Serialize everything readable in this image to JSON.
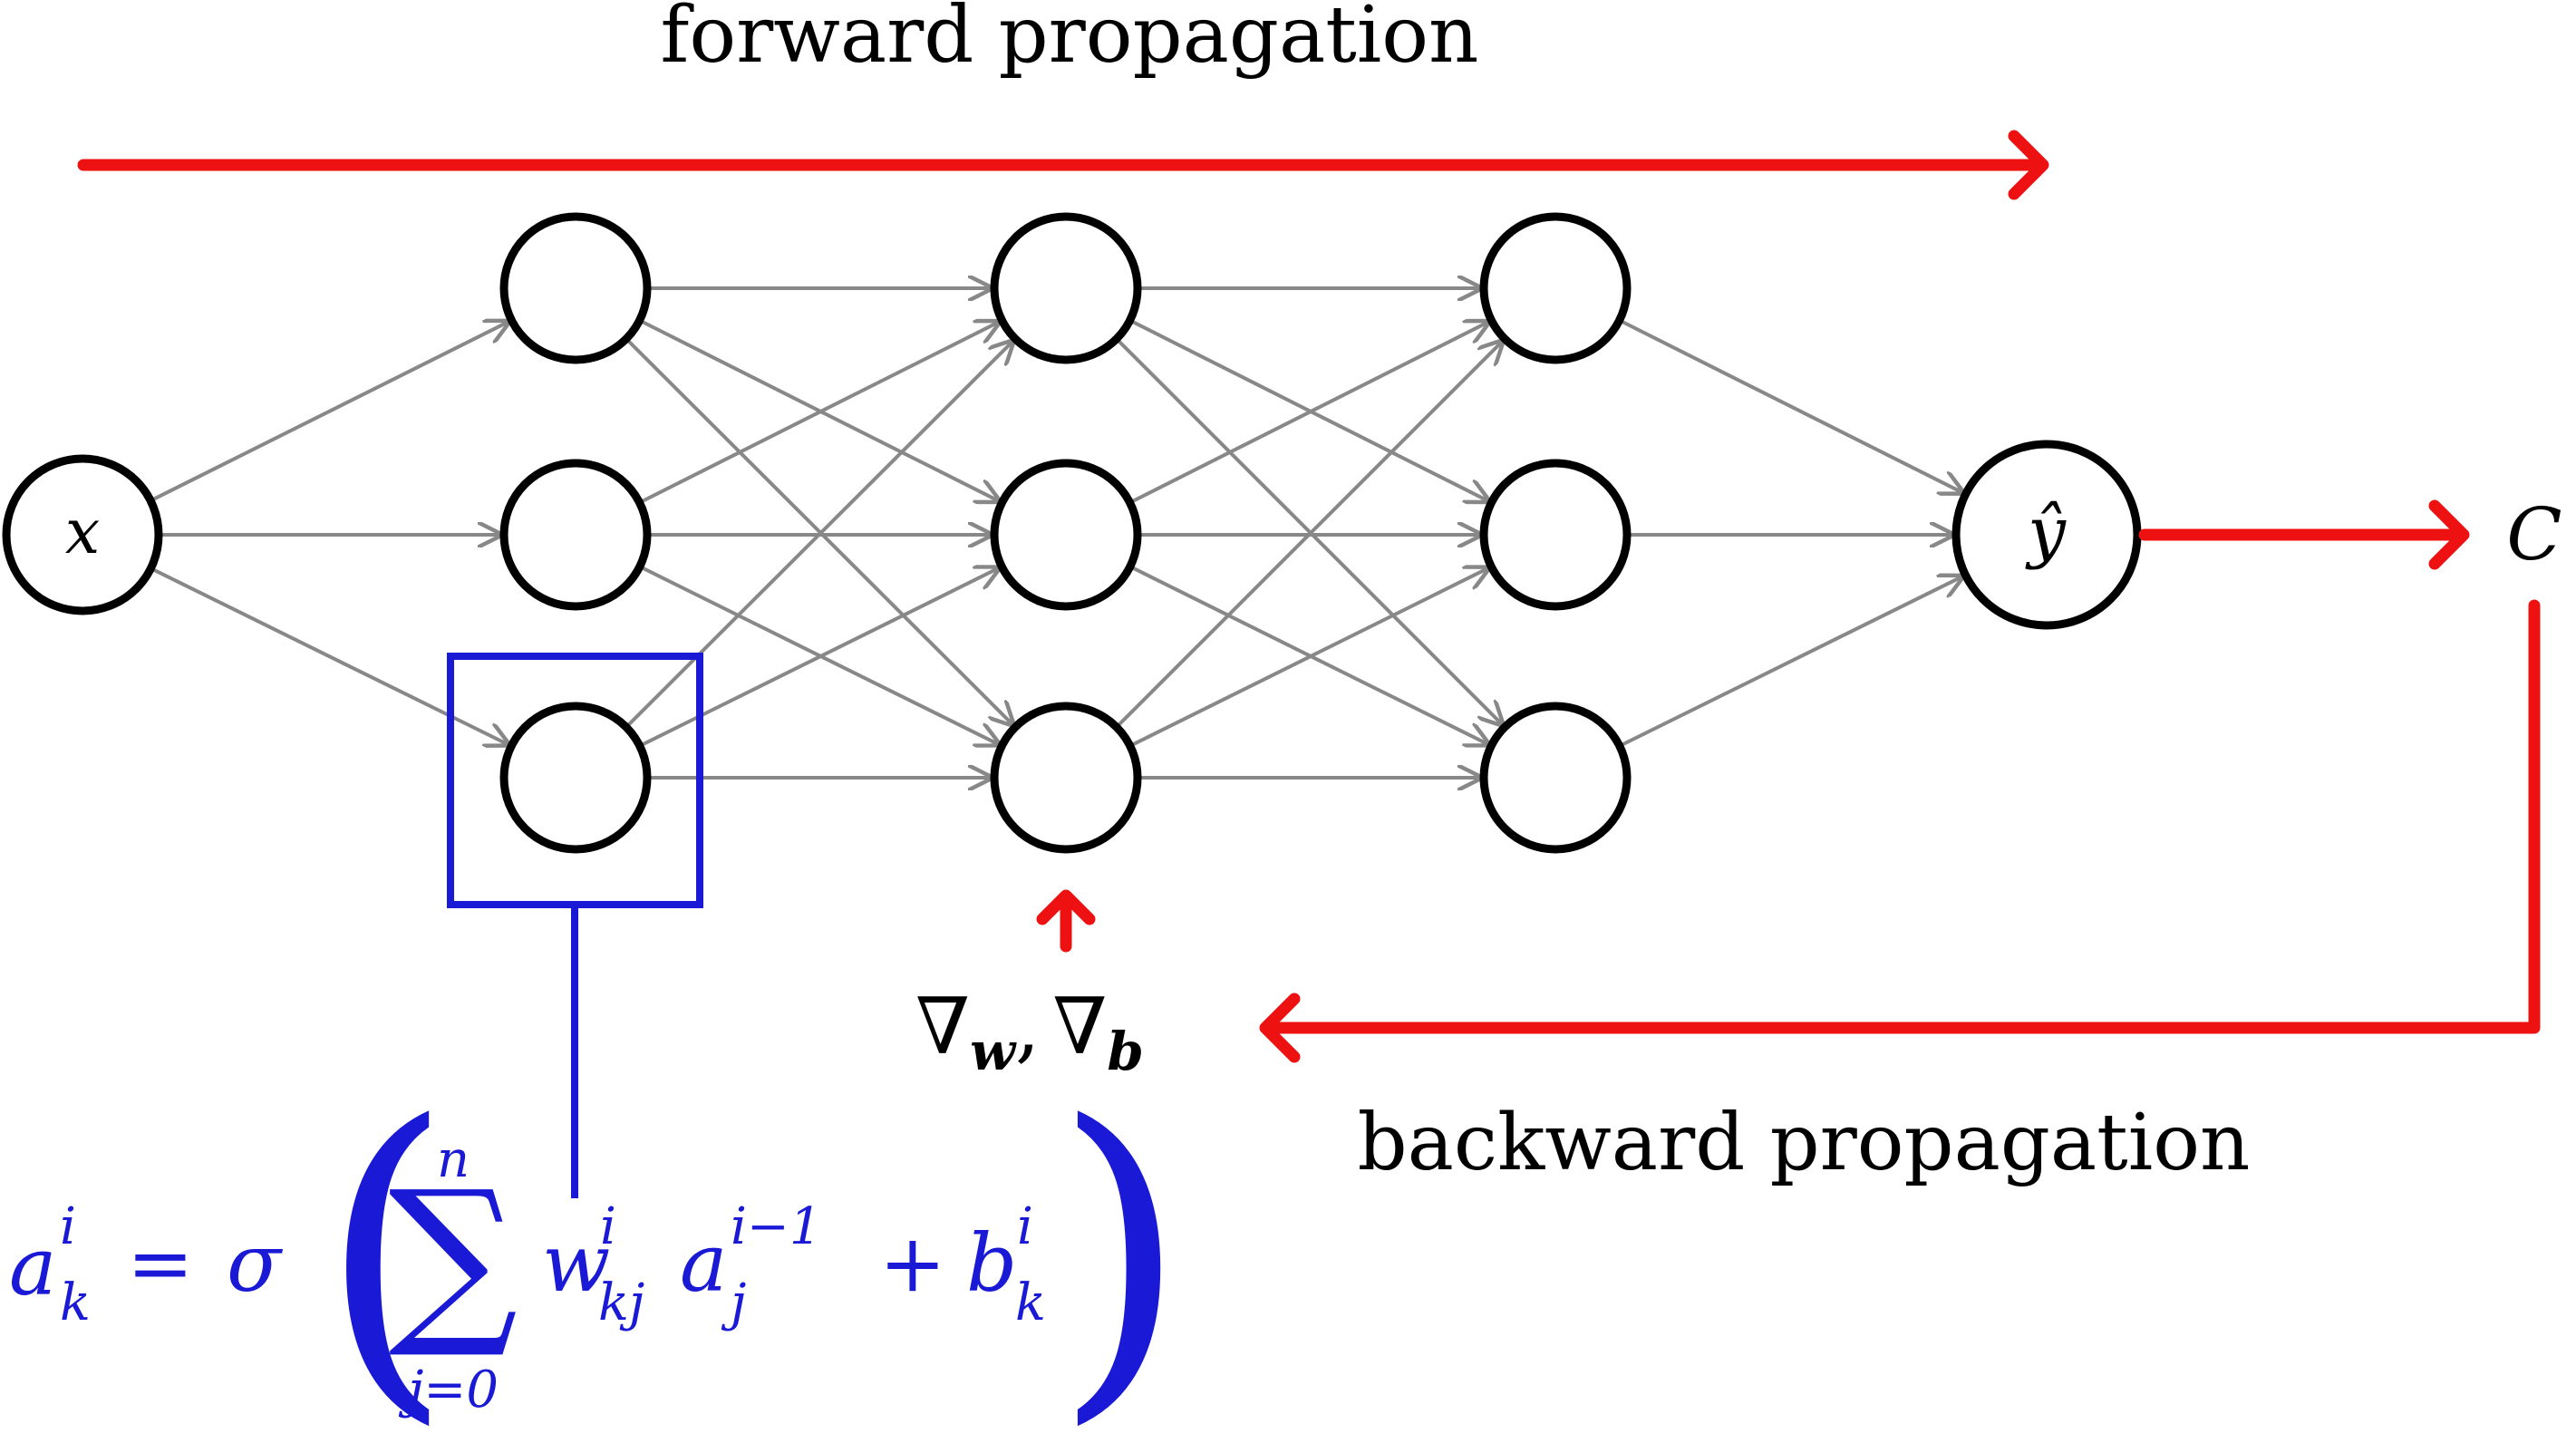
{
  "labels": {
    "forward": "forward propagation",
    "backward": "backward propagation",
    "input_node": "x",
    "output_node": "ŷ",
    "cost": "C",
    "grad_nabla_w": "∇",
    "grad_w": "w",
    "grad_comma": ",",
    "grad_nabla_b": "∇",
    "grad_b": "b"
  },
  "formula": {
    "lhs_var": "a",
    "lhs_sup": "i",
    "lhs_sub": "k",
    "equals": "=",
    "sigma": "σ",
    "sum_upper": "n",
    "sum_symbol": "∑",
    "sum_lower": "j=0",
    "w_var": "w",
    "w_sup": "i",
    "w_sub": "kj",
    "a_var": "a",
    "a_sup": "i−1",
    "a_sub": "j",
    "plus": "+",
    "b_var": "b",
    "b_sup": "i",
    "b_sub": "k",
    "paren_open": "(",
    "paren_close": ")"
  },
  "colors": {
    "node_stroke": "#000000",
    "edge": "#888888",
    "propagation_arrow": "#ee1111",
    "highlight": "#1a1ad6"
  }
}
